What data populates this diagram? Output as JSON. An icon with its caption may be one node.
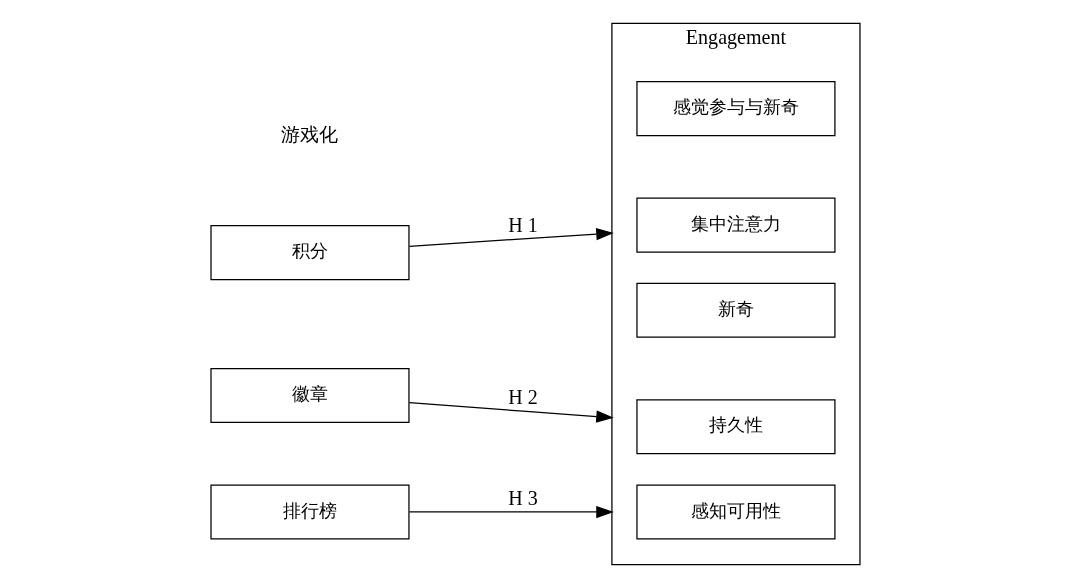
{
  "diagram": {
    "nodes": [
      {
        "text": [
          "积分"
        ]
      },
      {
        "text": [
          "徽章"
        ]
      },
      {
        "text": [
          "排行榜"
        ]
      },
      {
        "text": [
          "Engagement"
        ]
      },
      {
        "text": [
          "集中注意力"
        ],
        "in": 3
      },
      {
        "text": [
          "感觉参与与新奇"
        ],
        "in": 3
      },
      {
        "text": [
          "持久性"
        ],
        "in": 3
      },
      {
        "text": [
          "新奇"
        ],
        "in": 3
      },
      {
        "text": [
          "感知可用性"
        ],
        "in": 3
      }
    ],
    "edges": [
      {
        "from": 0,
        "to": 3,
        "arrow": "to",
        "label": "H 1"
      },
      {
        "from": 1,
        "to": 3,
        "arrow": "to",
        "label": "H 2"
      },
      {
        "from": 2,
        "to": 3,
        "arrow": "to",
        "label": "H 3"
      }
    ],
    "labels": [
      "游戏化"
    ]
  }
}
